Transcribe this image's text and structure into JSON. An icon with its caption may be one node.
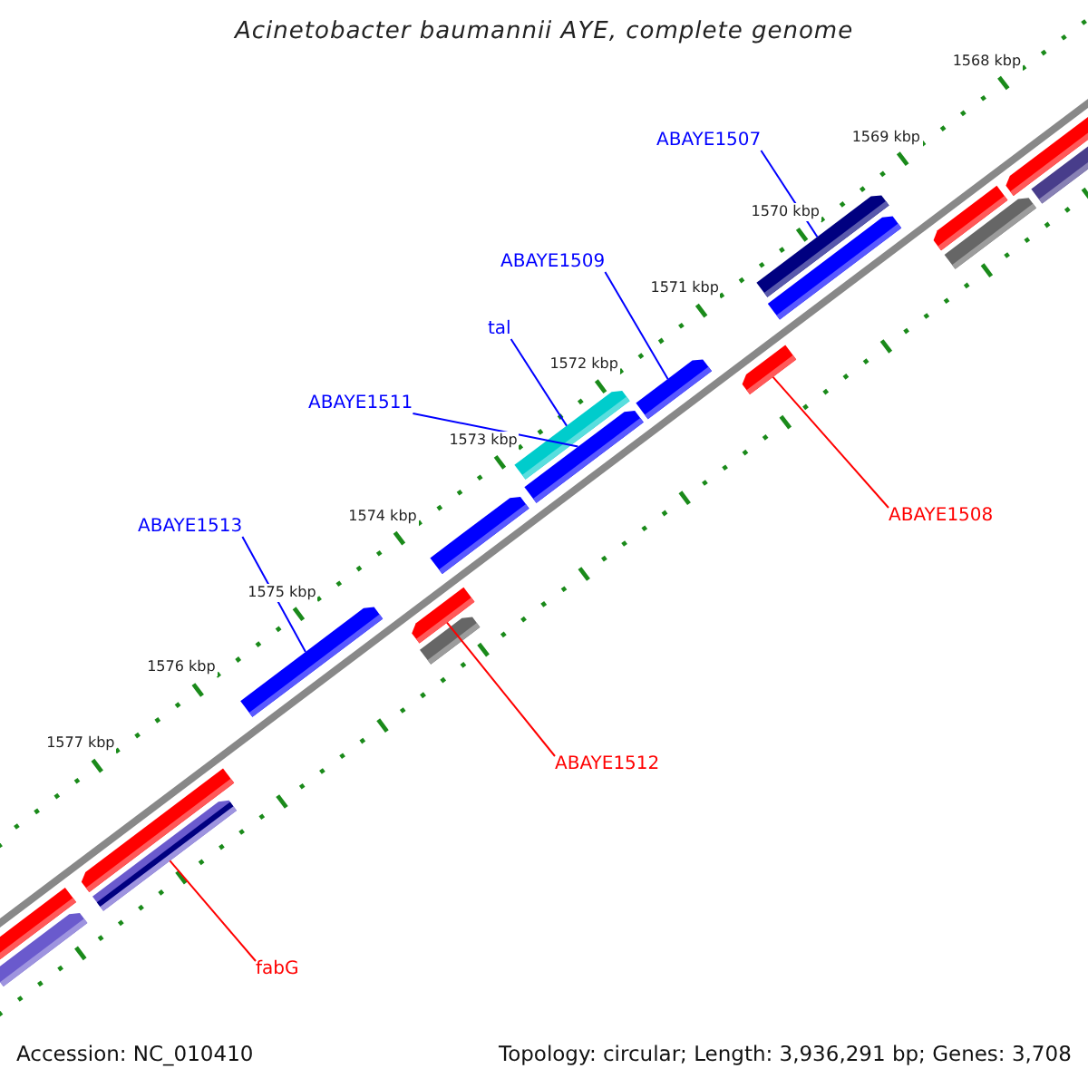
{
  "diagram": {
    "title": "Acinetobacter baumannii AYE, complete genome",
    "nodes": [
      {
        "text": [
          "ABAYE1507"
        ]
      },
      {
        "text": [
          "ABAYE1509"
        ]
      },
      {
        "text": [
          "tal"
        ]
      },
      {
        "text": [
          "ABAYE1511"
        ]
      },
      {
        "text": [
          "ABAYE1513"
        ]
      },
      {
        "text": [
          "ABAYE1508"
        ]
      },
      {
        "text": [
          "ABAYE1512"
        ]
      },
      {
        "text": [
          "fabG"
        ]
      },
      {
        "text": [],
        "shape": "bar"
      },
      {
        "text": [],
        "shape": "bar"
      },
      {
        "text": [],
        "shape": "bar"
      },
      {
        "text": [],
        "shape": "bar"
      },
      {
        "text": [],
        "shape": "bar"
      },
      {
        "text": [],
        "shape": "bar"
      },
      {
        "text": [],
        "shape": "bar"
      },
      {
        "text": [],
        "shape": "bar"
      }
    ],
    "edges": [
      {
        "from": 0,
        "to": 8,
        "arrow": "none"
      },
      {
        "from": 1,
        "to": 9,
        "arrow": "none"
      },
      {
        "from": 2,
        "to": 10,
        "arrow": "none"
      },
      {
        "from": 3,
        "to": 11,
        "arrow": "none"
      },
      {
        "from": 4,
        "to": 12,
        "arrow": "none"
      },
      {
        "from": 5,
        "to": 13,
        "arrow": "none",
        "color": "#ff0000"
      },
      {
        "from": 6,
        "to": 14,
        "arrow": "none",
        "color": "#ff0000"
      },
      {
        "from": 7,
        "to": 15,
        "arrow": "none",
        "color": "#ff0000"
      }
    ],
    "labels": [
      "1568 kbp",
      "1569 kbp",
      "1570 kbp",
      "1571 kbp",
      "1572 kbp",
      "1573 kbp",
      "1574 kbp",
      "1575 kbp",
      "1576 kbp",
      "1577 kbp",
      "Accession: NC_010410",
      "Topology: circular; Length: 3,936,291 bp; Genes: 3,708"
    ]
  }
}
